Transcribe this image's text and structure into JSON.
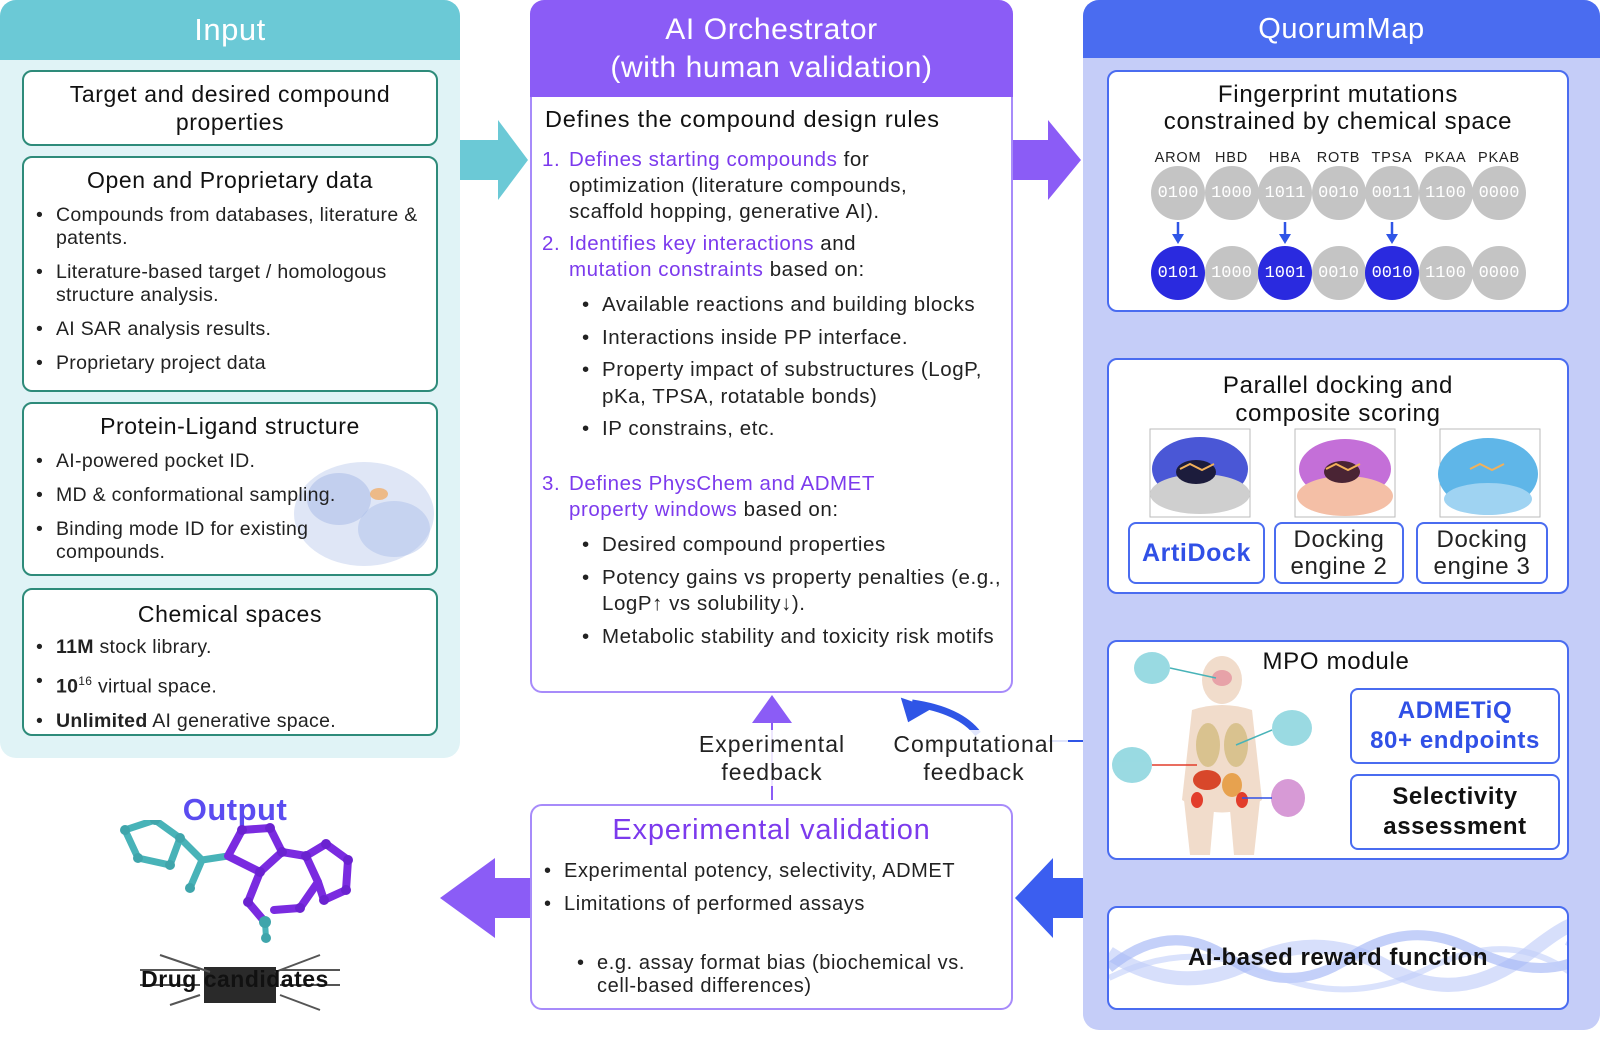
{
  "input": {
    "header": "Input",
    "target_box": "Target and desired compound properties",
    "data_box": {
      "title": "Open and Proprietary data",
      "items": [
        "Compounds from databases, literature & patents.",
        "Literature-based target / homologous structure analysis.",
        "AI SAR analysis results.",
        "Proprietary project data"
      ]
    },
    "structure_box": {
      "title": "Protein-Ligand structure",
      "items": [
        "AI-powered pocket ID.",
        "MD & conformational sampling.",
        "Binding mode ID for existing compounds."
      ]
    },
    "chem_box": {
      "title": "Chemical spaces",
      "item1_bold": "11M",
      "item1_rest": " stock library.",
      "item2_base": "10",
      "item2_sup": "16",
      "item2_rest": " virtual space.",
      "item3_bold": "Unlimited",
      "item3_rest": " AI generative space."
    }
  },
  "orchestrator": {
    "header_line1": "AI Orchestrator",
    "header_line2": "(with human validation)",
    "subtitle": "Defines the compound design rules",
    "s1_num": "1.",
    "s1_hl": "Defines starting compounds",
    "s1_rest1": " for",
    "s1_line2": "optimization (literature compounds,",
    "s1_line3": "scaffold hopping, generative AI).",
    "s2_num": "2.",
    "s2_hl1": "Identifies key interactions",
    "s2_rest1": " and",
    "s2_hl2": "mutation constraints",
    "s2_rest2": " based on:",
    "s2_items": [
      "Available reactions and building blocks",
      "Interactions inside PP interface.",
      "Property impact of substructures (LogP, pKa, TPSA, rotatable bonds)",
      "IP constrains, etc."
    ],
    "s3_num": "3.",
    "s3_hl1": "Defines PhysChem and ADMET",
    "s3_hl2": "property windows",
    "s3_rest2": " based on:",
    "s3_items": [
      "Desired compound properties",
      "Potency gains vs property penalties (e.g., LogP↑ vs solubility↓).",
      "Metabolic stability and toxicity risk motifs"
    ]
  },
  "feedback": {
    "exp_line1": "Experimental",
    "exp_line2": "feedback",
    "comp_line1": "Computational",
    "comp_line2": "feedback"
  },
  "experimental": {
    "title": "Experimental validation",
    "items": [
      "Experimental potency, selectivity, ADMET",
      "Limitations of performed assays"
    ],
    "subitem": "e.g. assay format bias (biochemical vs. cell-based differences)"
  },
  "output": {
    "title": "Output",
    "caption": "Drug candidates"
  },
  "quorummap": {
    "header": "QuorumMap",
    "fingerprint": {
      "title1": "Fingerprint mutations",
      "title2": "constrained by chemical space",
      "labels": [
        "AROM",
        "HBD",
        "HBA",
        "ROTB",
        "TPSA",
        "PKAA",
        "PKAB"
      ],
      "row1": [
        "0100",
        "1000",
        "1011",
        "0010",
        "0011",
        "1100",
        "0000"
      ],
      "row2": [
        "0101",
        "1000",
        "1001",
        "0010",
        "0010",
        "1100",
        "0000"
      ],
      "mutated": [
        true,
        false,
        true,
        false,
        true,
        false,
        false
      ]
    },
    "docking": {
      "title1": "Parallel docking and",
      "title2": "composite scoring",
      "engine1": "ArtiDock",
      "engine2_line1": "Docking",
      "engine2_line2": "engine 2",
      "engine3_line1": "Docking",
      "engine3_line2": "engine 3"
    },
    "mpo": {
      "title": "MPO module",
      "admet_line1": "ADMETiQ",
      "admet_line2": "80+ endpoints",
      "sel_line1": "Selectivity",
      "sel_line2": "assessment"
    },
    "reward": "AI-based reward function"
  },
  "colors": {
    "teal": "#6bc9d6",
    "purple": "#8b5cf6",
    "blue": "#4a6cf0",
    "mutated_bit": "#2a2adf"
  }
}
